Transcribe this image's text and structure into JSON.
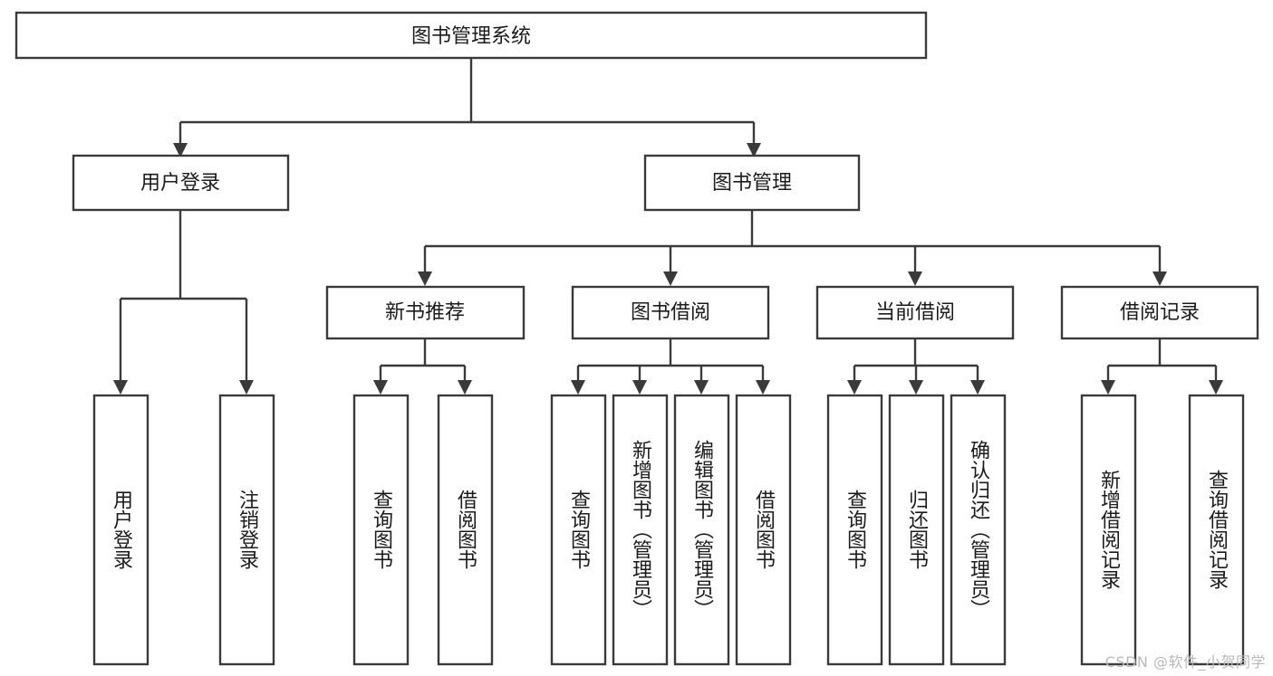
{
  "diagram": {
    "type": "tree",
    "title": "图书管理系统",
    "watermark": "CSDN @软件_小贺同学",
    "colors": {
      "box_stroke": "#3a3a3a",
      "box_fill": "#ffffff",
      "connector": "#3a3a3a",
      "text": "#1b1b1b",
      "watermark": "#b9b9b9",
      "background": "#ffffff"
    },
    "levels": [
      {
        "level": 1,
        "nodes": [
          {
            "id": "root",
            "label": "图书管理系统",
            "orientation": "horizontal"
          }
        ]
      },
      {
        "level": 2,
        "nodes": [
          {
            "id": "user-login",
            "label": "用户登录",
            "orientation": "horizontal",
            "parent": "root"
          },
          {
            "id": "book-manage",
            "label": "图书管理",
            "orientation": "horizontal",
            "parent": "root"
          }
        ]
      },
      {
        "level": 3,
        "nodes": [
          {
            "id": "new-book-rec",
            "label": "新书推荐",
            "orientation": "horizontal",
            "parent": "book-manage"
          },
          {
            "id": "book-borrow",
            "label": "图书借阅",
            "orientation": "horizontal",
            "parent": "book-manage"
          },
          {
            "id": "current-borrow",
            "label": "当前借阅",
            "orientation": "horizontal",
            "parent": "book-manage"
          },
          {
            "id": "borrow-record",
            "label": "借阅记录",
            "orientation": "horizontal",
            "parent": "book-manage"
          }
        ]
      },
      {
        "level": 4,
        "nodes": [
          {
            "id": "leaf-user-login",
            "label": "用户登录",
            "orientation": "vertical",
            "parent": "user-login"
          },
          {
            "id": "leaf-user-logout",
            "label": "注销登录",
            "orientation": "vertical",
            "parent": "user-login"
          },
          {
            "id": "leaf-query-book-1",
            "label": "查询图书",
            "orientation": "vertical",
            "parent": "new-book-rec"
          },
          {
            "id": "leaf-borrow-book-1",
            "label": "借阅图书",
            "orientation": "vertical",
            "parent": "new-book-rec"
          },
          {
            "id": "leaf-query-book-2",
            "label": "查询图书",
            "orientation": "vertical",
            "parent": "book-borrow"
          },
          {
            "id": "leaf-add-book",
            "label": "新增图书（管理员）",
            "orientation": "vertical",
            "parent": "book-borrow"
          },
          {
            "id": "leaf-edit-book",
            "label": "编辑图书（管理员）",
            "orientation": "vertical",
            "parent": "book-borrow"
          },
          {
            "id": "leaf-borrow-book-2",
            "label": "借阅图书",
            "orientation": "vertical",
            "parent": "book-borrow"
          },
          {
            "id": "leaf-query-book-3",
            "label": "查询图书",
            "orientation": "vertical",
            "parent": "current-borrow"
          },
          {
            "id": "leaf-return-book",
            "label": "归还图书",
            "orientation": "vertical",
            "parent": "current-borrow"
          },
          {
            "id": "leaf-confirm-return",
            "label": "确认归还（管理员）",
            "orientation": "vertical",
            "parent": "current-borrow"
          },
          {
            "id": "leaf-add-record",
            "label": "新增借阅记录",
            "orientation": "vertical",
            "parent": "borrow-record"
          },
          {
            "id": "leaf-query-record",
            "label": "查询借阅记录",
            "orientation": "vertical",
            "parent": "borrow-record"
          }
        ]
      }
    ]
  }
}
